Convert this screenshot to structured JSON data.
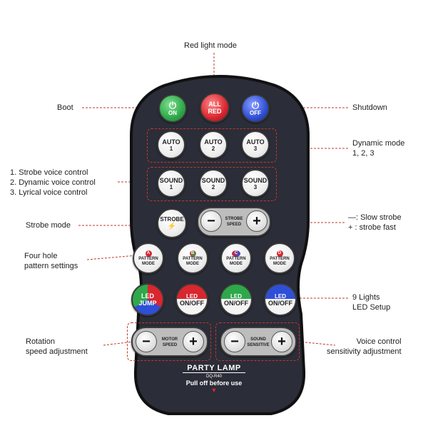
{
  "callouts": {
    "red_light_mode": "Red light mode",
    "boot": "Boot",
    "shutdown": "Shutdown",
    "dynamic_mode_line1": "Dynamic mode",
    "dynamic_mode_line2": "1, 2, 3",
    "voice_line1": "1. Strobe voice control",
    "voice_line2": "2. Dynamic voice control",
    "voice_line3": "3. Lyrical voice control",
    "strobe_mode": "Strobe mode",
    "slow_strobe": "—: Slow strobe",
    "fast_strobe": "+ : strobe fast",
    "four_hole_line1": "Four hole",
    "four_hole_line2": "pattern settings",
    "nine_lights_line1": "9 Lights",
    "nine_lights_line2": "LED Setup",
    "rotation_line1": "Rotation",
    "rotation_line2": "speed adjustment",
    "voice_sens_line1": "Voice control",
    "voice_sens_line2": "sensitivity adjustment"
  },
  "remote": {
    "power_on": "ON",
    "all_red_line1": "ALL",
    "all_red_line2": "RED",
    "power_off": "OFF",
    "auto_label": "AUTO",
    "auto_nums": [
      "1",
      "2",
      "3"
    ],
    "sound_label": "SOUND",
    "sound_nums": [
      "1",
      "2",
      "3"
    ],
    "strobe_label": "STROBE",
    "strobe_speed_line1": "STROBE",
    "strobe_speed_line2": "SPEED",
    "minus": "−",
    "plus": "+",
    "pattern_letters": [
      "A",
      "B",
      "C",
      "D"
    ],
    "pattern_line1": "PATTERN",
    "pattern_line2": "MODE",
    "led_jump_line1": "LED",
    "led_jump_line2": "JUMP",
    "led_label": "LED",
    "led_onoff": "ON/OFF",
    "motor_line1": "MOTOR",
    "motor_line2": "SPEED",
    "sound_sens_line1": "SOUND",
    "sound_sens_line2": "SENSITIVE",
    "brand": "PARTY LAMP",
    "model": "DQ-R40",
    "pull_off": "Pull off before use"
  },
  "colors": {
    "body": "#2b2d38",
    "callout_line": "#c0392b",
    "on_green": "#2ea84a",
    "red": "#d9262f",
    "blue": "#2f4fd6"
  }
}
